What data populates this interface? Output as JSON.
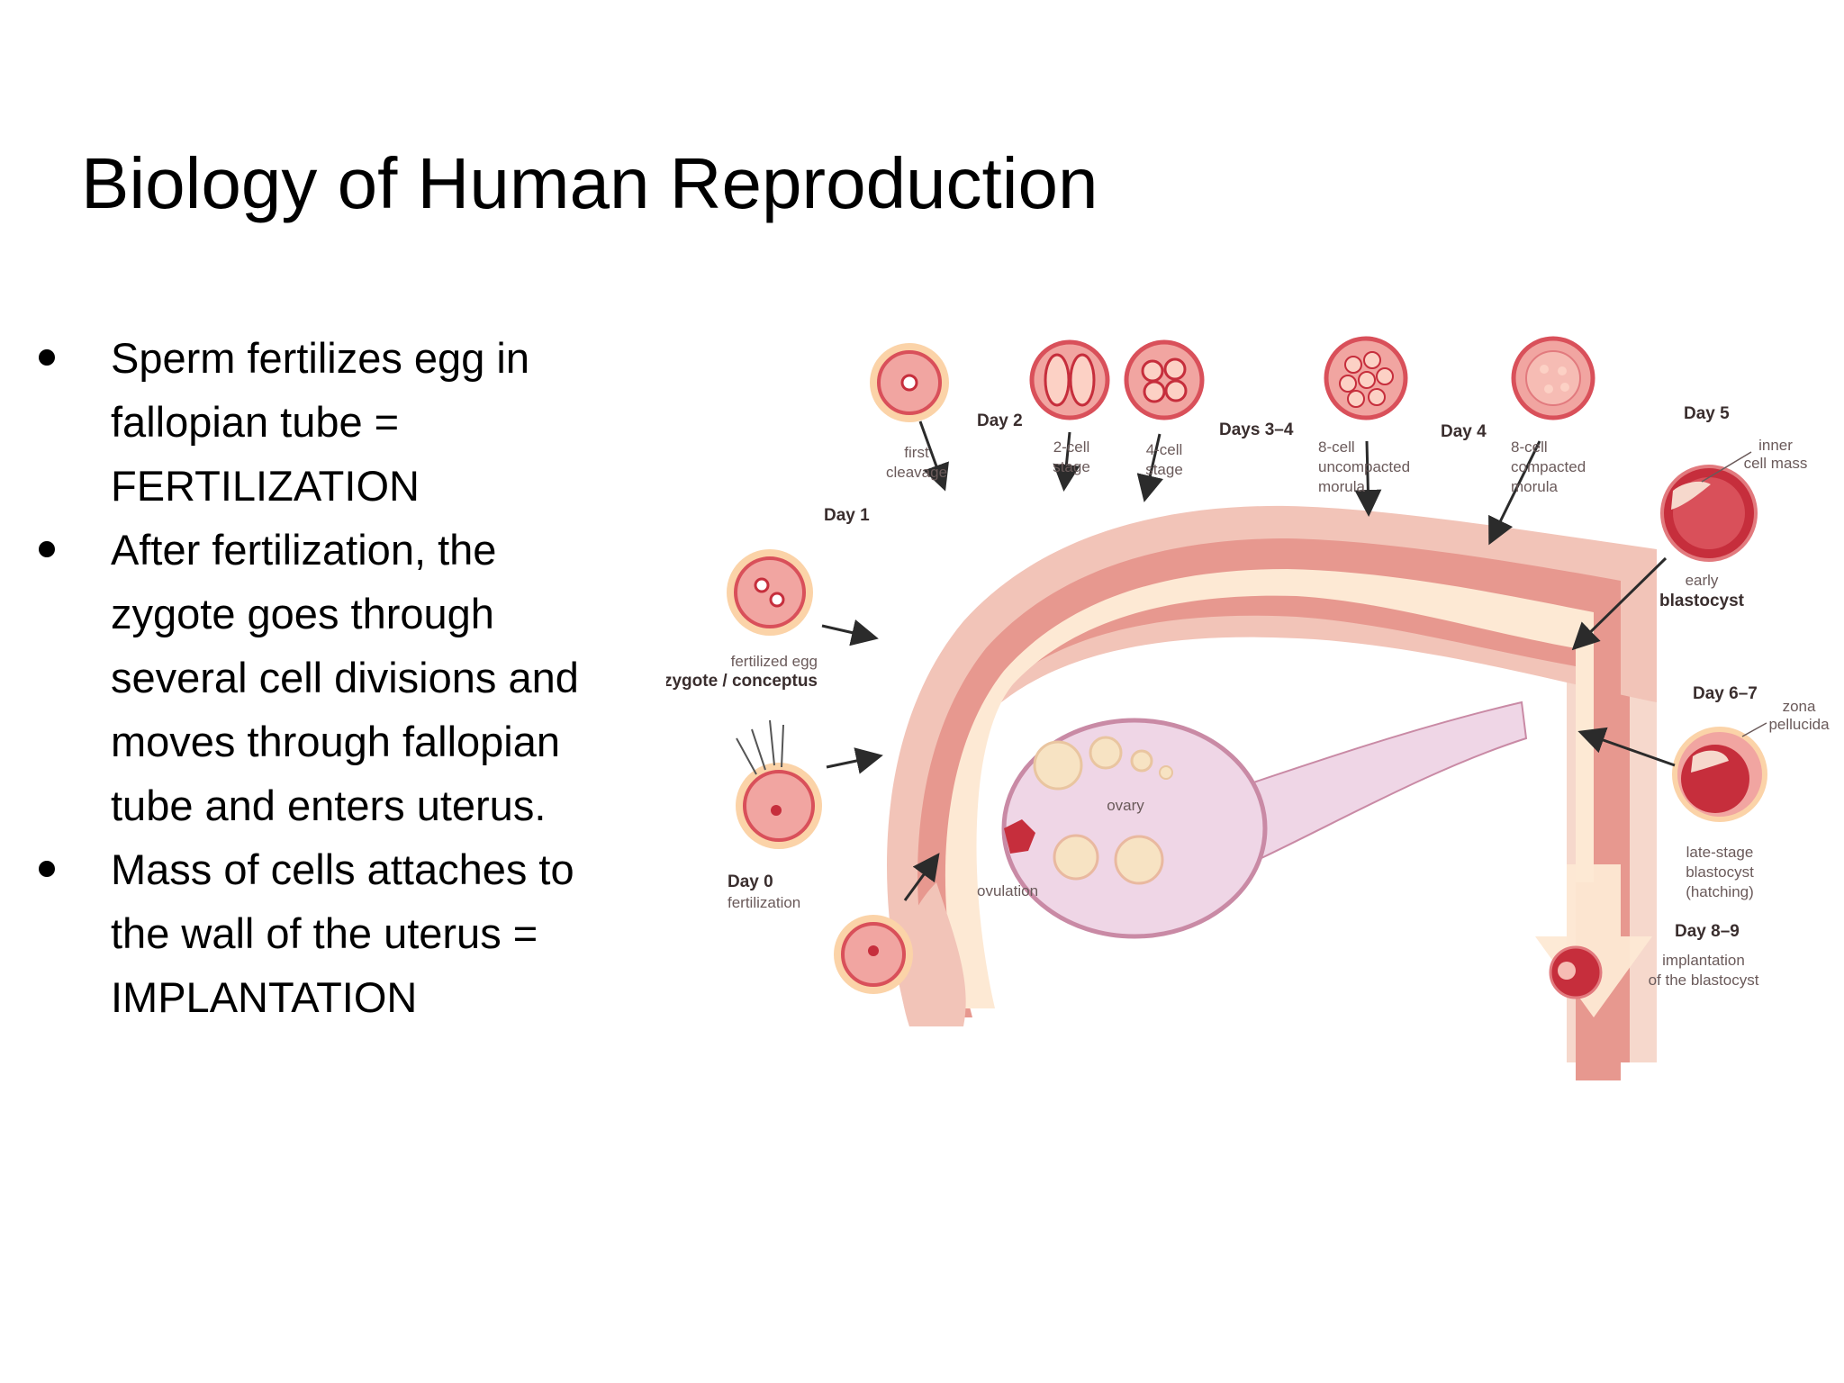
{
  "title": "Biology of Human Reproduction",
  "bullets": [
    [
      "Sperm fertilizes egg in",
      "fallopian tube =",
      "FERTILIZATION"
    ],
    [
      "After fertilization, the",
      "zygote goes through",
      "several cell divisions and",
      "moves through fallopian",
      "tube and enters uterus."
    ],
    [
      "Mass of cells attaches to",
      "the wall of the uterus =",
      "IMPLANTATION"
    ]
  ],
  "diagram": {
    "labels": {
      "day0": "Day 0",
      "fertilization": "fertilization",
      "fertilized_egg": "fertilized egg",
      "zygote": "zygote / conceptus",
      "day1": "Day 1",
      "first_cleavage_1": "first",
      "first_cleavage_2": "cleavage",
      "day2": "Day 2",
      "two_cell_1": "2-cell",
      "two_cell_2": "stage",
      "four_cell_1": "4-cell",
      "four_cell_2": "stage",
      "days34": "Days 3–4",
      "eight_unc_1": "8-cell",
      "eight_unc_2": "uncompacted",
      "eight_unc_3": "morula",
      "day4": "Day 4",
      "eight_comp_1": "8-cell",
      "eight_comp_2": "compacted",
      "eight_comp_3": "morula",
      "day5": "Day 5",
      "inner_1": "inner",
      "inner_2": "cell mass",
      "early_1": "early",
      "early_2": "blastocyst",
      "day67": "Day 6–7",
      "zona_1": "zona",
      "zona_2": "pellucida",
      "late_1": "late-stage",
      "late_2": "blastocyst",
      "late_3": "(hatching)",
      "day89": "Day 8–9",
      "impl_1": "implantation",
      "impl_2": "of the blastocyst",
      "ovary": "ovary",
      "ovulation": "ovulation"
    },
    "colors": {
      "tube_outer": "#f2c4b8",
      "tube_mid": "#e7988f",
      "tube_inner": "#fde9d4",
      "uterus_wall": "#f6d8cc",
      "cell_fill": "#f1a5a1",
      "cell_ring": "#d9505a",
      "cell_dark": "#c62e3c",
      "ovary_fill": "#efd6e6",
      "ovary_edge": "#c98aa5",
      "follicle": "#f7e3c3",
      "halo": "#fbd3a8"
    }
  }
}
